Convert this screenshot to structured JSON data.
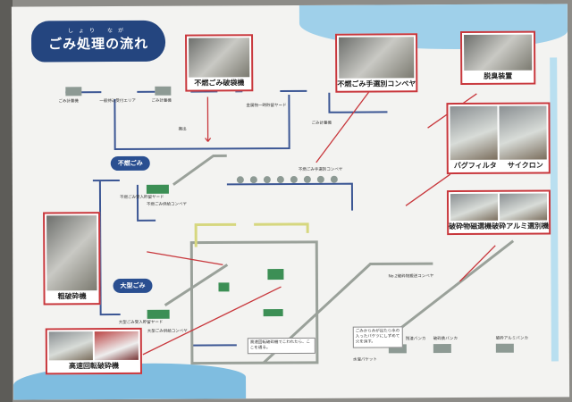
{
  "title": {
    "ruby": "しょり なが",
    "main": "ごみ処理の流れ"
  },
  "photos": {
    "bag_breaker": "不燃ごみ破袋機",
    "hand_sort_conveyor": "不燃ごみ手選別コンベヤ",
    "deodorizer": "脱臭装置",
    "bag_filter": "バグフィルタ",
    "cyclone": "サイクロン",
    "magnetic_separator": "破砕物磁選機",
    "aluminum_separator": "破砕アルミ選別機",
    "coarse_crusher": "粗破砕機",
    "high_speed_crusher": "高速回転破砕機"
  },
  "badges": {
    "nonburnable": "不燃ごみ",
    "oversized": "大型ごみ"
  },
  "labels": {
    "scale_in": "ごみ計量機",
    "reception": "一般持込受付エリア",
    "scale_out": "ごみ計量機",
    "metal_yard": "金属物一時貯留ヤード",
    "carry_out": "搬出",
    "truck": "ごみ計量機",
    "hand_sort": "不燃ごみ手選別コンベヤ",
    "nonburn_pit": "不燃ごみ受入貯留ヤード",
    "oversize_pit": "大型ごみ受入貯留ヤード",
    "oversize_conveyor": "大型ごみ供給コンベヤ",
    "nonburn_conveyor": "不燃ごみ供給コンベヤ",
    "no2_conveyor": "No.2破砕物搬送コンベヤ",
    "alu_bunker": "破砕アルミバンカ",
    "iron_bunker": "破砕鉄バンカ",
    "residue_bunker": "残渣バンカ",
    "bucket_note": "ごみからみが出たら水の入ったバケツにしずめて火を消す。",
    "fire_bucket": "水溜バケット",
    "crusher_note": "高速回転破砕機でこわれたら、ここを通る。"
  }
}
